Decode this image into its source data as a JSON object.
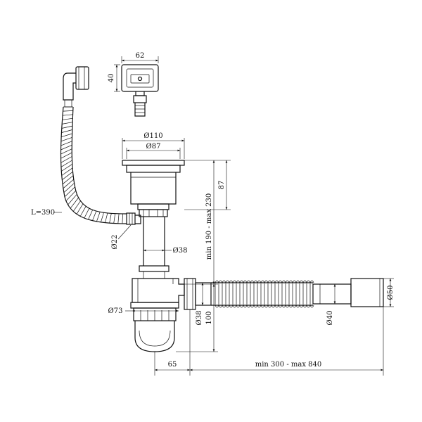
{
  "dimensions": {
    "overflow_width": "62",
    "overflow_height": "40",
    "strainer_outer": "Ø110",
    "strainer_inner": "Ø87",
    "strainer_height": "87",
    "height_range": "min 190 - max 230",
    "hose_length": "L=390",
    "overflow_outlet": "Ø22",
    "tail_pipe": "Ø38",
    "bottle_diameter": "Ø73",
    "bottle_outlet": "Ø38",
    "bottle_height": "100",
    "outlet_hose": "Ø40",
    "outlet_end": "Ø50",
    "offset": "65",
    "length_range": "min 300 - max 840"
  },
  "colors": {
    "line": "#111111",
    "background": "#ffffff"
  }
}
